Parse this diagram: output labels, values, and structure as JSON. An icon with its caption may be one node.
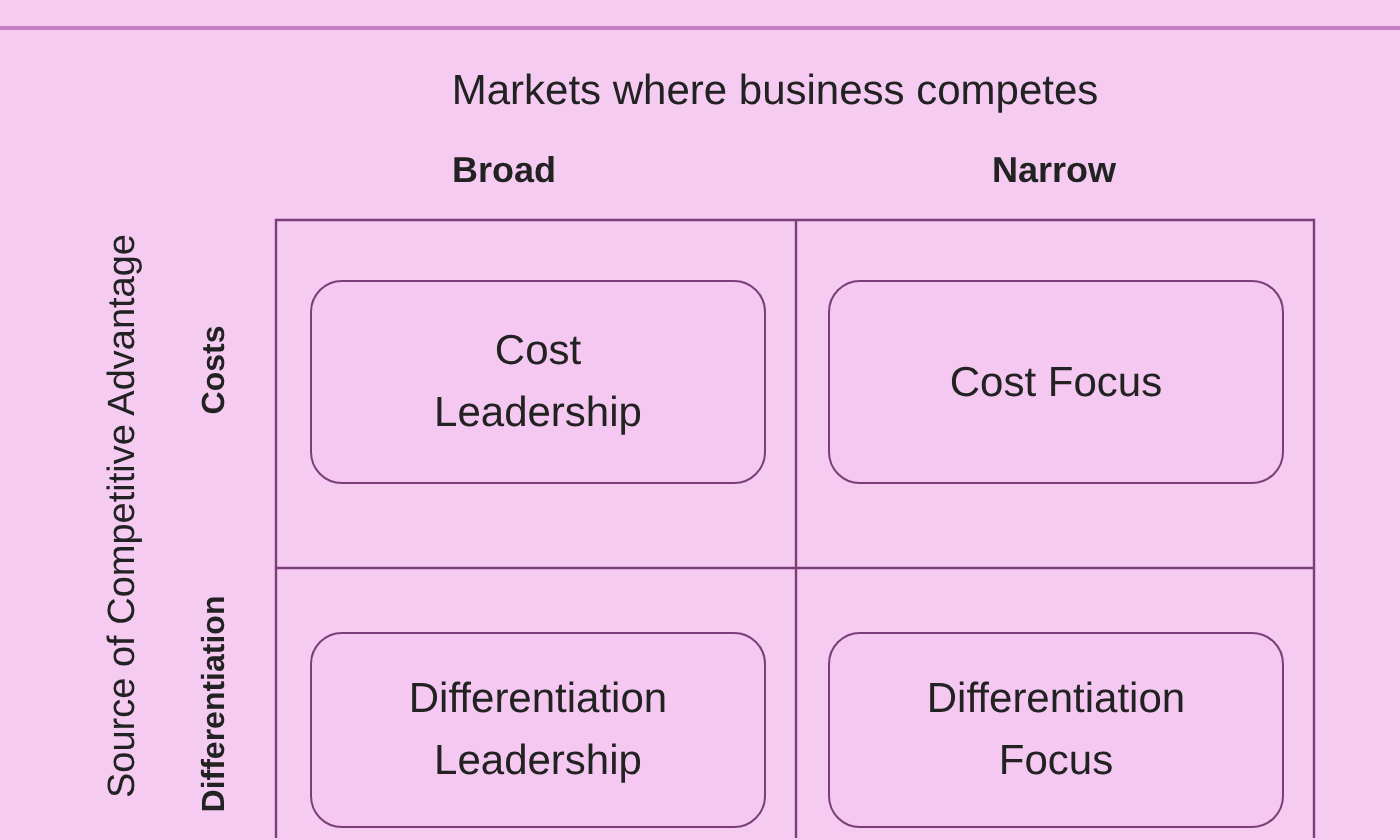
{
  "diagram": {
    "title": "Markets where business competes",
    "nodes": [
      {
        "text": [
          "Cost Leadership"
        ]
      },
      {
        "text": [
          "Cost Focus"
        ]
      },
      {
        "text": [
          "Differentiation Leadership"
        ]
      },
      {
        "text": [
          "Differentiation Focus"
        ]
      }
    ],
    "labels": [
      "Broad",
      "Narrow",
      "Source of Competitive Advantage",
      "Costs",
      "Differentiation"
    ]
  }
}
